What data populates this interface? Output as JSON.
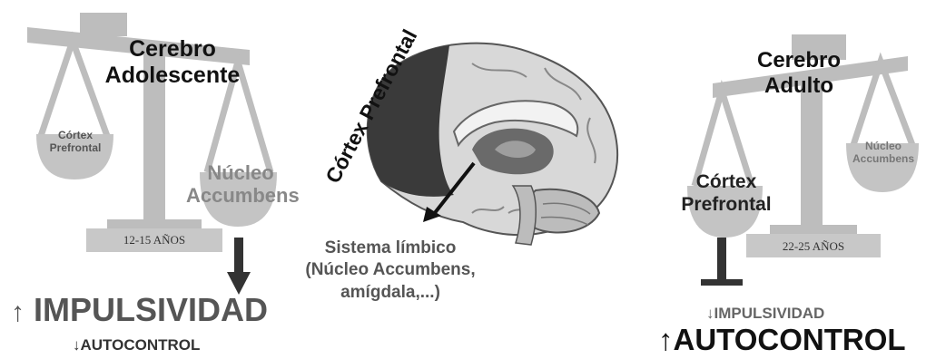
{
  "colors": {
    "scale_gray": "#bdbdbd",
    "scale_dark": "#9a9a9a",
    "text_dark": "#111111",
    "text_mid": "#555555",
    "text_light": "#888888",
    "arrow": "#333333",
    "cortex_dark": "#3a3a3a",
    "brain_fill": "#d8d8d8",
    "limbic": "#6a6a6a"
  },
  "left_panel": {
    "title_line1": "Cerebro",
    "title_line2": "Adolescente",
    "left_pan_label_line1": "Córtex",
    "left_pan_label_line2": "Prefrontal",
    "right_pan_label_line1": "Núcleo",
    "right_pan_label_line2": "Accumbens",
    "base_label": "12-15 AÑOS",
    "main_effect": "IMPULSIVIDAD",
    "main_effect_arrow": "↑",
    "secondary_effect": "AUTOCONTROL",
    "secondary_effect_arrow": "↓"
  },
  "center_panel": {
    "cortex_label": "Córtex Prefrontal",
    "limbic_line1": "Sistema límbico",
    "limbic_line2": "(Núcleo Accumbens,",
    "limbic_line3": "amígdala,...)"
  },
  "right_panel": {
    "title_line1": "Cerebro",
    "title_line2": "Adulto",
    "left_pan_label_line1": "Córtex",
    "left_pan_label_line2": "Prefrontal",
    "right_pan_label_line1": "Núcleo",
    "right_pan_label_line2": "Accumbens",
    "base_label": "22-25 AÑOS",
    "secondary_effect": "IMPULSIVIDAD",
    "secondary_effect_arrow": "↓",
    "main_effect": "AUTOCONTROL",
    "main_effect_arrow": "↑"
  }
}
